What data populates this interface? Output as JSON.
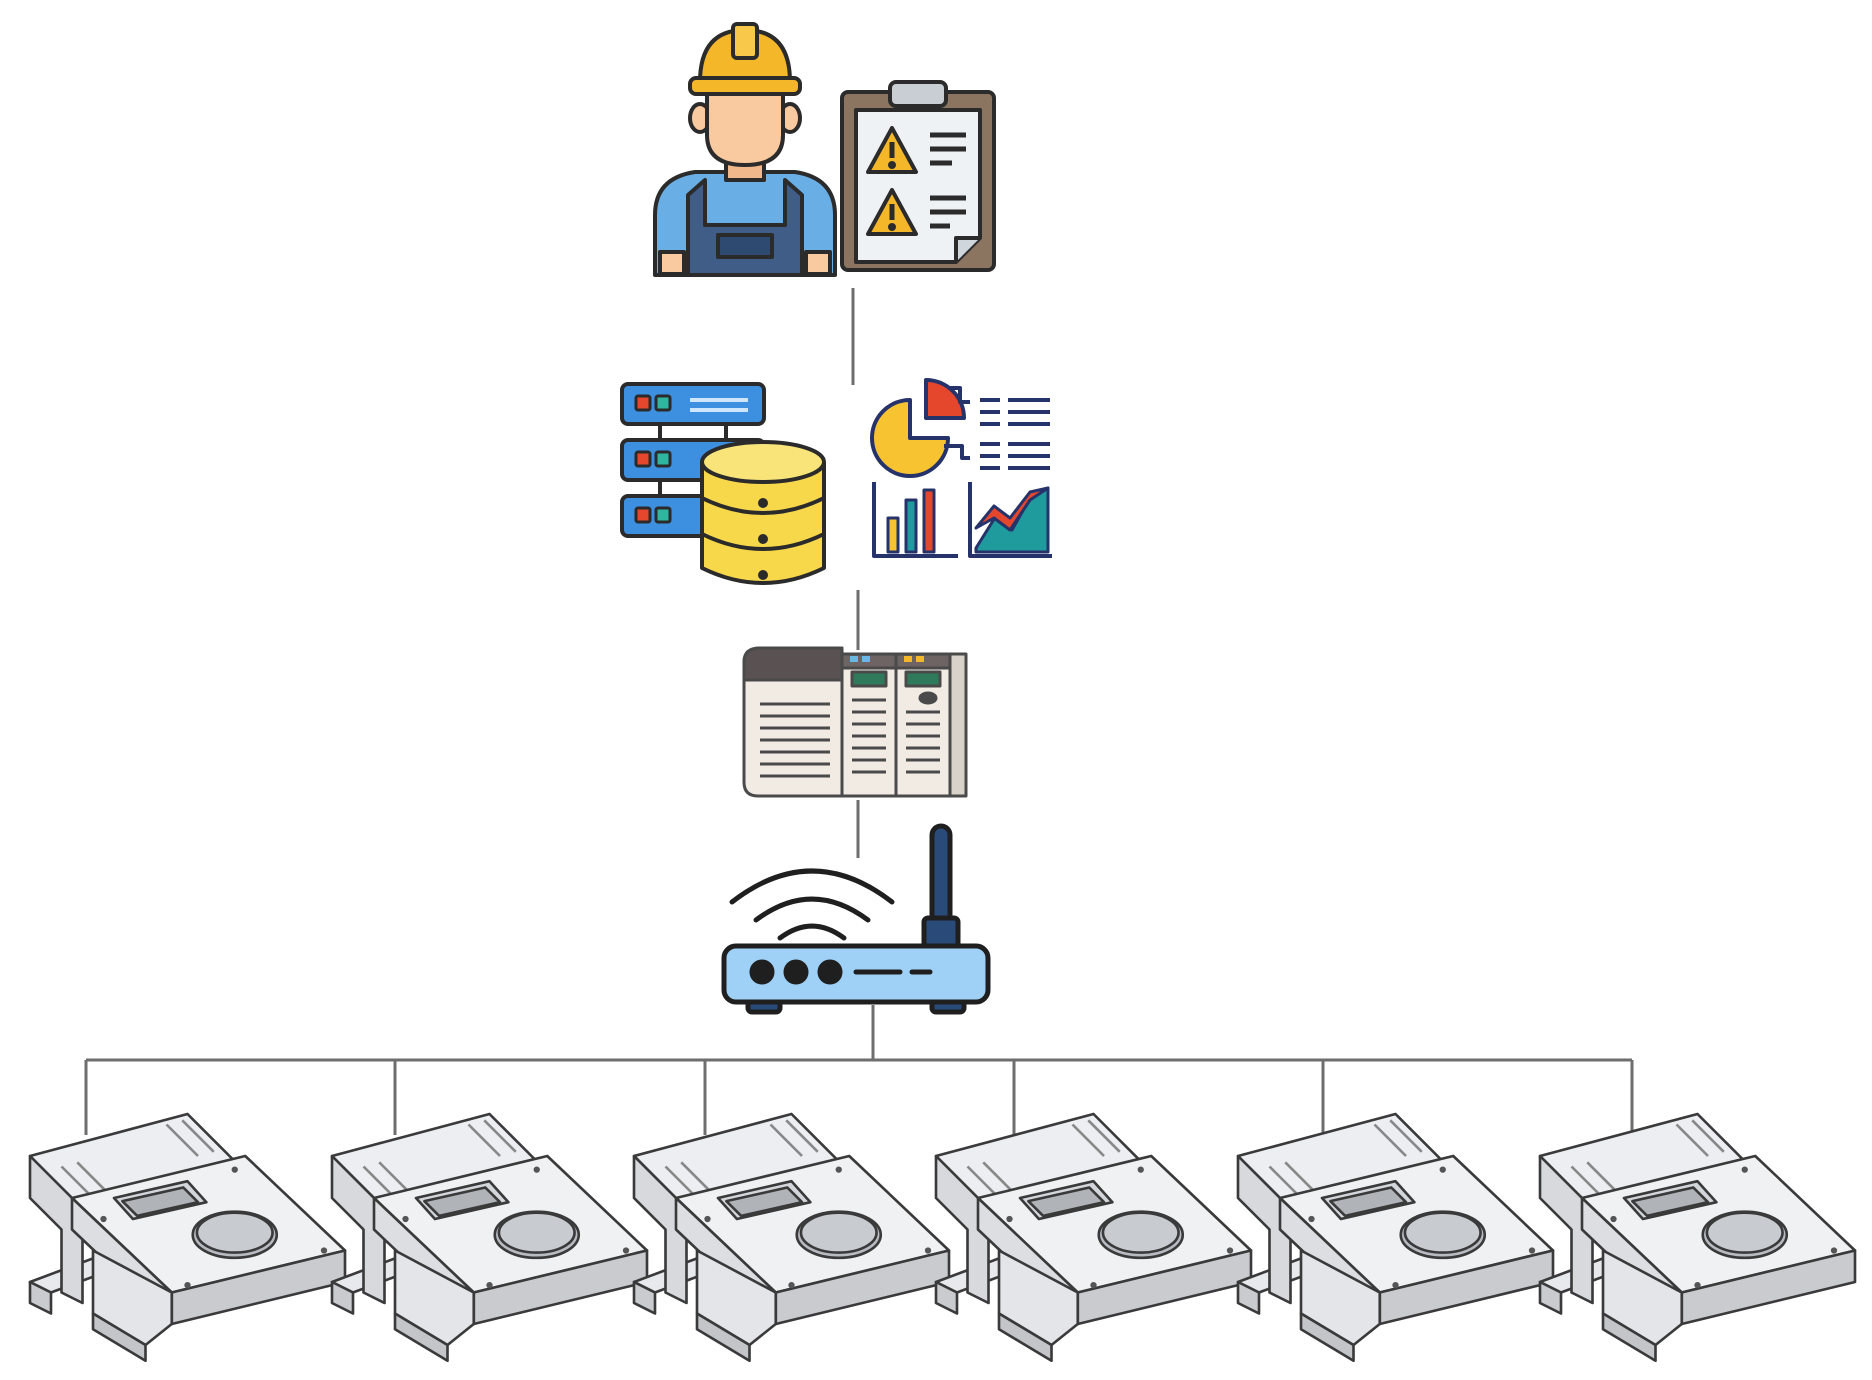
{
  "diagram": {
    "nodes": [
      {
        "id": "operator",
        "icon": "worker-icon"
      },
      {
        "id": "report",
        "icon": "clipboard-warning-icon"
      },
      {
        "id": "database",
        "icon": "server-database-icon"
      },
      {
        "id": "analytics",
        "icon": "analytics-dashboard-icon"
      },
      {
        "id": "controller",
        "icon": "plc-controller-icon"
      },
      {
        "id": "gateway",
        "icon": "wireless-router-icon"
      },
      {
        "id": "sensor-1",
        "icon": "foot-pedal-sensor-icon"
      },
      {
        "id": "sensor-2",
        "icon": "foot-pedal-sensor-icon"
      },
      {
        "id": "sensor-3",
        "icon": "foot-pedal-sensor-icon"
      },
      {
        "id": "sensor-4",
        "icon": "foot-pedal-sensor-icon"
      },
      {
        "id": "sensor-5",
        "icon": "foot-pedal-sensor-icon"
      },
      {
        "id": "sensor-6",
        "icon": "foot-pedal-sensor-icon"
      }
    ],
    "edges": [
      {
        "from": "report",
        "to": "analytics"
      },
      {
        "from": "analytics",
        "to": "controller"
      },
      {
        "from": "controller",
        "to": "gateway"
      },
      {
        "from": "gateway",
        "to": "sensor-1"
      },
      {
        "from": "gateway",
        "to": "sensor-2"
      },
      {
        "from": "gateway",
        "to": "sensor-3"
      },
      {
        "from": "gateway",
        "to": "sensor-4"
      },
      {
        "from": "gateway",
        "to": "sensor-5"
      },
      {
        "from": "gateway",
        "to": "sensor-6"
      }
    ],
    "colors": {
      "line": "#6e6e6e",
      "outline": "#2b2b2b",
      "helmet": "#f5b72a",
      "skin": "#f9c9a0",
      "overalls": "#3f5d86",
      "shirt": "#6aaee6",
      "clipboard": "#8b7560",
      "warning": "#f5b72a",
      "server": "#3d8fe0",
      "database": "#f7d84a",
      "pie-red": "#e5472d",
      "pie-yellow": "#f7c331",
      "chart-teal": "#1f9a9d",
      "router": "#9fd0f5",
      "antenna": "#2a4a7a",
      "sensor": "#e6e7ea"
    }
  }
}
